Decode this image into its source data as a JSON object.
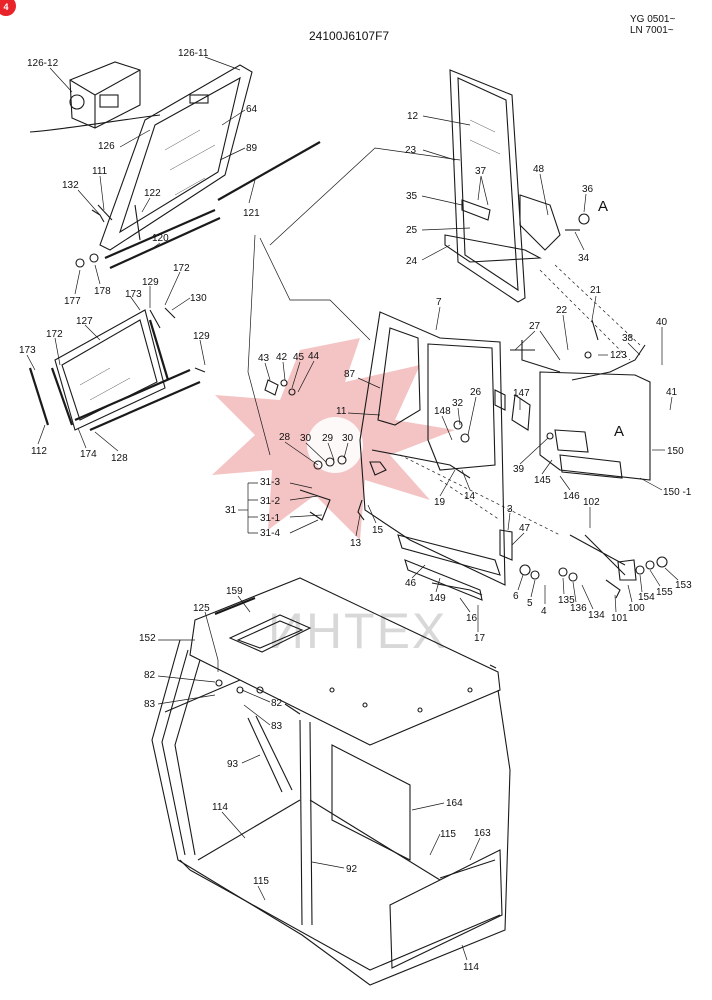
{
  "header": {
    "drawing_number": "24100J6107F7",
    "serial_line1": "YG 0501~",
    "serial_line2": "LN 7001~",
    "corner_badge": "4"
  },
  "watermark": {
    "text": "ИНТЕХ",
    "color": "#f2b9b9"
  },
  "view_markers": {
    "a1": "A",
    "a2": "A"
  },
  "colors": {
    "badge": "#e8232a",
    "line": "#1a1a1a"
  },
  "part_labels": {
    "p126_12": "126-12",
    "p126_11": "126-11",
    "p64": "64",
    "p89": "89",
    "p126": "126",
    "p132": "132",
    "p111": "111",
    "p122": "122",
    "p120": "120",
    "p121": "121",
    "p177": "177",
    "p178": "178",
    "p173a": "173",
    "p129a": "129",
    "p172a": "172",
    "p130": "130",
    "p127": "127",
    "p172b": "172",
    "p173b": "173",
    "p129b": "129",
    "p112": "112",
    "p174": "174",
    "p128": "128",
    "p12": "12",
    "p23": "23",
    "p37": "37",
    "p48": "48",
    "p36": "36",
    "p35": "35",
    "p25": "25",
    "p24": "24",
    "p34": "34",
    "p7": "7",
    "p27": "27",
    "p22": "22",
    "p21": "21",
    "p38": "38",
    "p40": "40",
    "p123": "123",
    "p43": "43",
    "p42": "42",
    "p45": "45",
    "p44": "44",
    "p87": "87",
    "p11": "11",
    "p26": "26",
    "p32": "32",
    "p148": "148",
    "p147": "147",
    "p41": "41",
    "p28": "28",
    "p30a": "30",
    "p29": "29",
    "p30b": "30",
    "p39": "39",
    "p145": "145",
    "p150": "150",
    "p150_1": "150 -1",
    "p14": "14",
    "p19": "19",
    "p146": "146",
    "p102": "102",
    "p31_3": "31-3",
    "p31_2": "31-2",
    "p31": "31",
    "p31_1": "31-1",
    "p31_4": "31-4",
    "p3": "3",
    "p13": "13",
    "p15": "15",
    "p47": "47",
    "p46": "46",
    "p149": "149",
    "p16": "16",
    "p17": "17",
    "p6": "6",
    "p5": "5",
    "p4": "4",
    "p135": "135",
    "p136": "136",
    "p134": "134",
    "p101": "101",
    "p100": "100",
    "p154": "154",
    "p155": "155",
    "p153": "153",
    "p159": "159",
    "p125": "125",
    "p152": "152",
    "p82a": "82",
    "p83a": "83",
    "p82b": "82",
    "p83b": "83",
    "p93": "93",
    "p164": "164",
    "p114a": "114",
    "p115a": "115",
    "p163": "163",
    "p92": "92",
    "p115b": "115",
    "p114b": "114"
  }
}
